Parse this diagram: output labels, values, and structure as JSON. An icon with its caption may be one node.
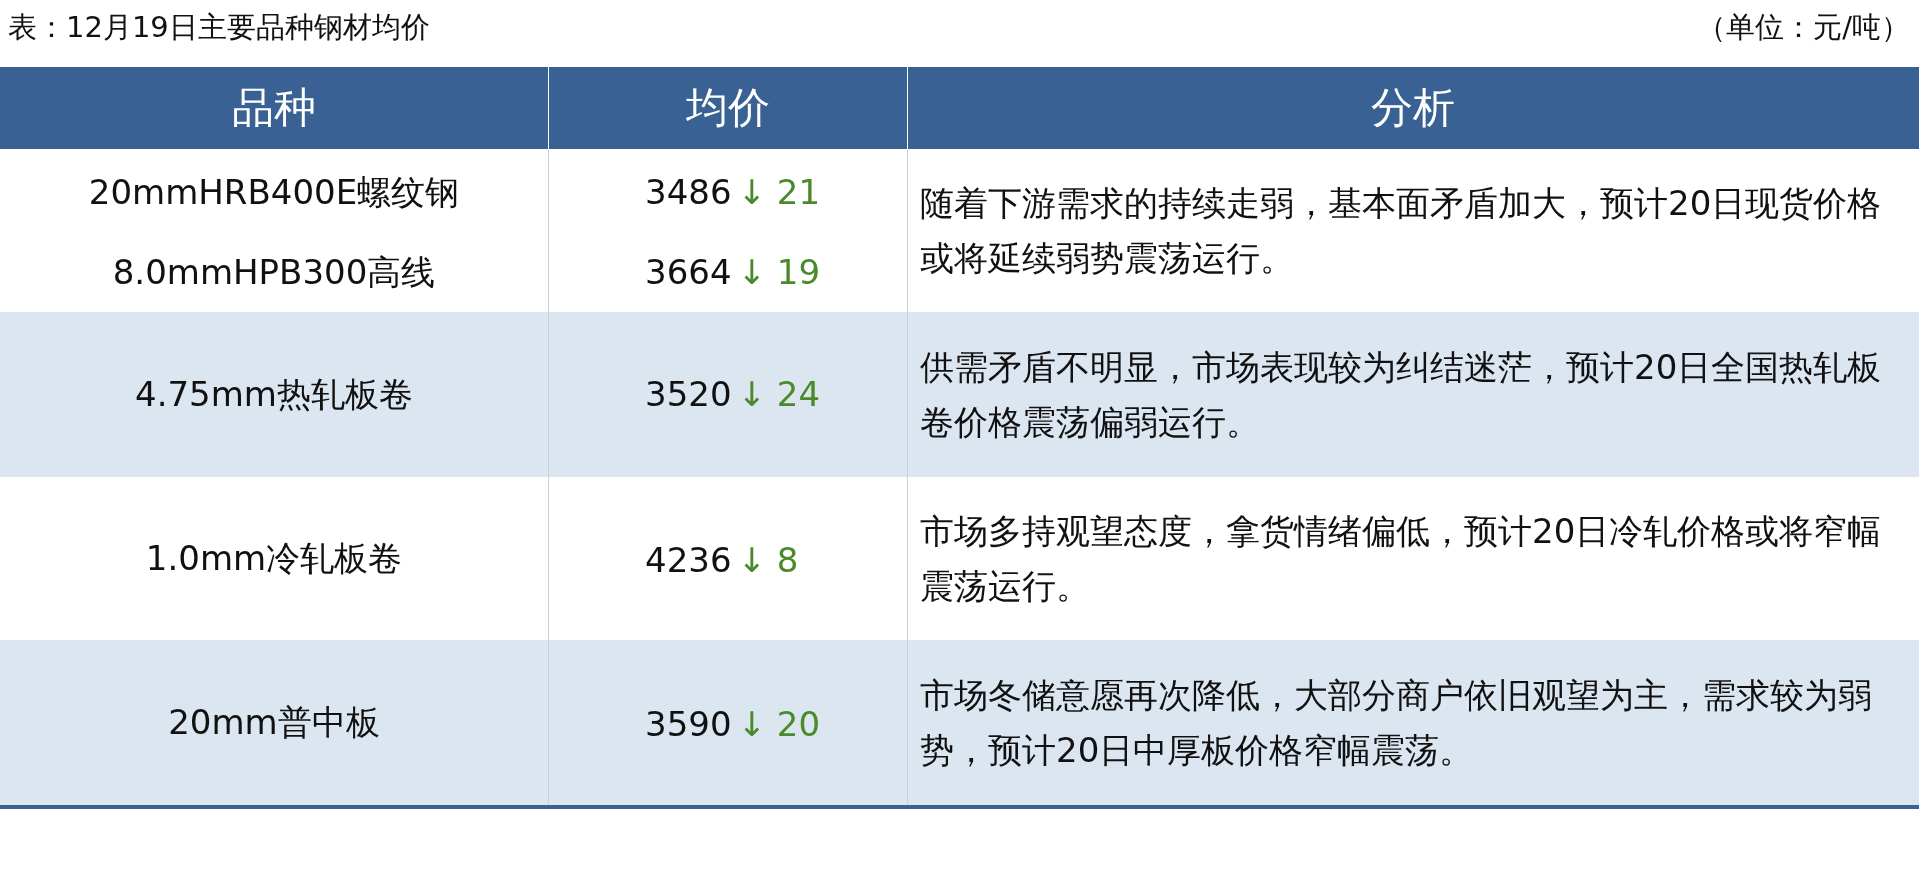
{
  "diagram": {
    "title": "表：12月19日主要品种钢材均价",
    "labels": [
      "（单位：元/吨）",
      "品种",
      "均价",
      "分析",
      "20mmHRB400E螺纹钢",
      "3486",
      "↓ 21",
      "随着下游需求的持续走弱，基本面矛盾加大，预计20日现货价格或将延续弱势震荡运行。",
      "8.0mmHPB300高线",
      "3664",
      "↓ 19",
      "4.75mm热轧板卷",
      "3520",
      "↓ 24",
      "供需矛盾不明显，市场表现较为纠结迷茫，预计20日全国热轧板卷价格震荡偏弱运行。",
      "1.0mm冷轧板卷",
      "4236",
      "↓ 8",
      "市场多持观望态度，拿货情绪偏低，预计20日冷轧价格或将窄幅震荡运行。",
      "20mm普中板",
      "3590",
      "↓ 20",
      "市场冬储意愿再次降低，大部分商户依旧观望为主，需求较为弱势，预计20日中厚板价格窄幅震荡。"
    ]
  }
}
